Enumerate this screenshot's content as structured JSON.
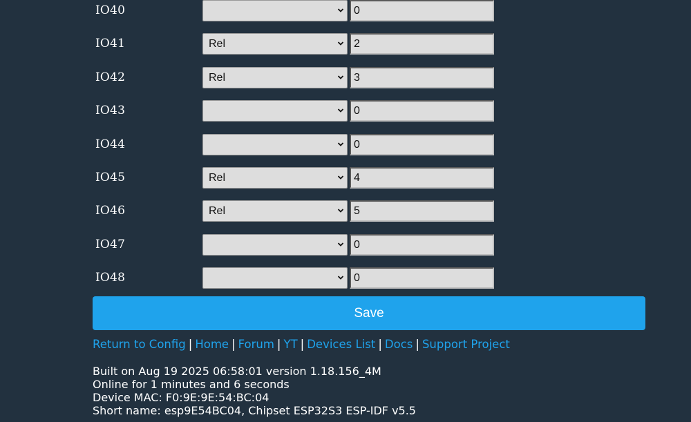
{
  "pins": [
    {
      "label": "IO40",
      "type": "",
      "value": "0"
    },
    {
      "label": "IO41",
      "type": "Rel",
      "value": "2"
    },
    {
      "label": "IO42",
      "type": "Rel",
      "value": "3"
    },
    {
      "label": "IO43",
      "type": "",
      "value": "0"
    },
    {
      "label": "IO44",
      "type": "",
      "value": "0"
    },
    {
      "label": "IO45",
      "type": "Rel",
      "value": "4"
    },
    {
      "label": "IO46",
      "type": "Rel",
      "value": "5"
    },
    {
      "label": "IO47",
      "type": "",
      "value": "0"
    },
    {
      "label": "IO48",
      "type": "",
      "value": "0"
    }
  ],
  "save_label": "Save",
  "links": [
    "Return to Config",
    "Home",
    "Forum",
    "YT",
    "Devices List",
    "Docs",
    "Support Project"
  ],
  "link_separator": "|",
  "info": {
    "built": "Built on Aug 19 2025 06:58:01 version 1.18.156_4M",
    "online": "Online for 1 minutes and 6 seconds",
    "mac": "Device MAC: F0:9E:9E:54:BC:04",
    "short_name": "Short name: esp9E54BC04, Chipset ESP32S3 ESP-IDF v5.5"
  },
  "colors": {
    "background": "#22313f",
    "accent": "#1fa3ec",
    "field_background": "#dddddd"
  },
  "icons": {
    "select_arrow": "chevron-down-icon"
  }
}
